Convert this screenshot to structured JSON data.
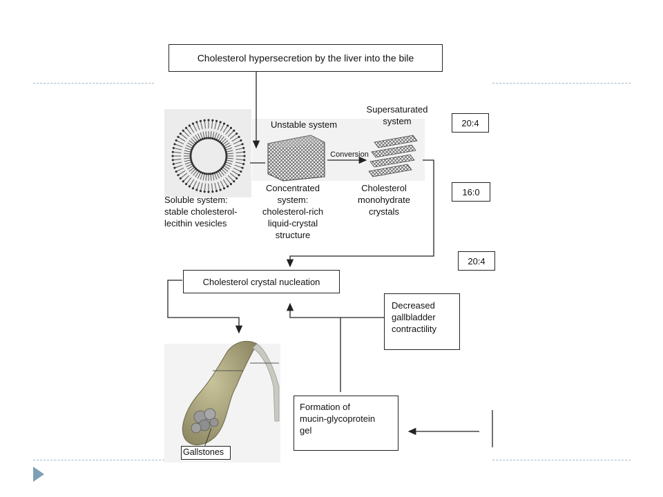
{
  "flow": {
    "top_box": "Cholesterol hypersecretion by the liver into the bile",
    "unstable_system": "Unstable system",
    "supersaturated_line1": "Supersaturated",
    "supersaturated_line2": "system",
    "conversion": "Conversion",
    "soluble_lines": [
      "Soluble system:",
      "stable cholesterol-",
      "lecithin vesicles"
    ],
    "concentrated_lines": [
      "Concentrated",
      "system:",
      "cholesterol-rich",
      "liquid-crystal",
      "structure"
    ],
    "crystals_lines": [
      "Cholesterol",
      "monohydrate",
      "crystals"
    ],
    "nucleation_box": "Cholesterol crystal nucleation",
    "decreased_lines": [
      "Decreased",
      "gallbladder",
      "contractility"
    ],
    "mucin_lines": [
      "Formation of",
      "mucin-glycoprotein",
      "gel"
    ],
    "gallstones_label": "Gallstones"
  },
  "ratios": [
    "20:4",
    "16:0",
    "20:4"
  ],
  "colors": {
    "dash": "#9fb6c8",
    "bullet": "#7f9fb5",
    "gallbladder": "#a8a27a"
  }
}
